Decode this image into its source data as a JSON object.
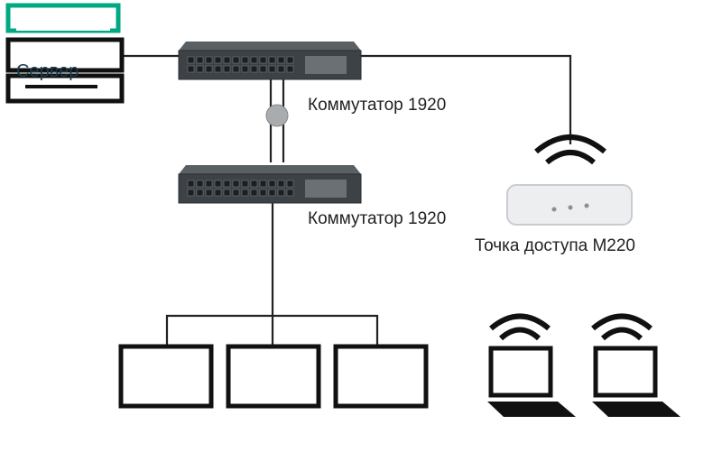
{
  "server": {
    "label": "Сервер"
  },
  "switches": [
    {
      "label": "Коммутатор 1920"
    },
    {
      "label": "Коммутатор 1920"
    }
  ],
  "access_point": {
    "label": "Точка доступа M220"
  },
  "wired_workstations": 3,
  "wireless_laptops": 2,
  "colors": {
    "accent_green": "#00a982",
    "line": "#222222",
    "switch_body": "#3d4247"
  }
}
